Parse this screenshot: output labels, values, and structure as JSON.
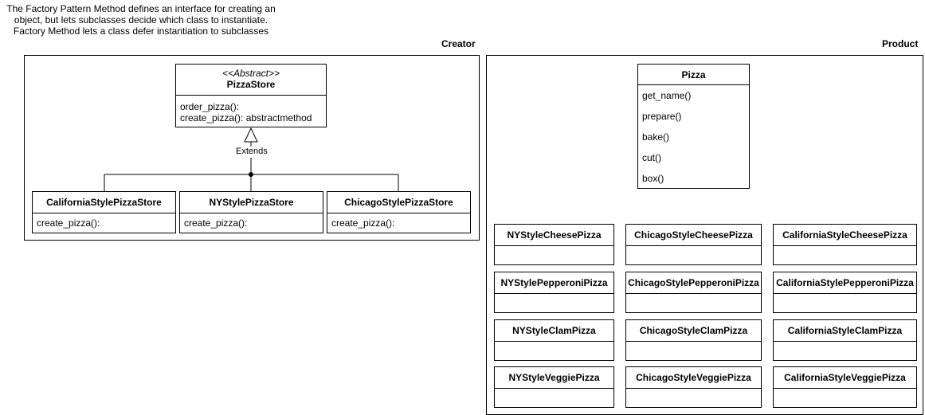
{
  "description": "The Factory Pattern Method defines an interface for creating an\nobject, but lets subclasses decide which class to instantiate.\nFactory Method lets a class defer instantiation to subclasses",
  "creator": {
    "label": "Creator",
    "abstract_class": {
      "stereotype": "<<Abstract>>",
      "name": "PizzaStore",
      "methods": [
        "order_pizza():",
        "create_pizza(): abstractmethod"
      ]
    },
    "relationship_label": "Extends",
    "subclasses": [
      {
        "name": "CaliforniaStylePizzaStore",
        "method": "create_pizza():"
      },
      {
        "name": "NYStylePizzaStore",
        "method": "create_pizza():"
      },
      {
        "name": "ChicagoStylePizzaStore",
        "method": "create_pizza():"
      }
    ]
  },
  "product": {
    "label": "Product",
    "base_class": {
      "name": "Pizza",
      "methods": [
        "get_name()",
        "prepare()",
        "bake()",
        "cut()",
        "box()"
      ]
    },
    "subclasses": [
      [
        "NYStyleCheesePizza",
        "ChicagoStyleCheesePizza",
        "CaliforniaStyleCheesePizza"
      ],
      [
        "NYStylePepperoniPizza",
        "ChicagoStylePepperoniPizza",
        "CaliforniaStylePepperoniPizza"
      ],
      [
        "NYStyleClamPizza",
        "ChicagoStyleClamPizza",
        "CaliforniaStyleClamPizza"
      ],
      [
        "NYStyleVeggiePizza",
        "ChicagoStyleVeggiePizza",
        "CaliforniaStyleVeggiePizza"
      ]
    ]
  }
}
